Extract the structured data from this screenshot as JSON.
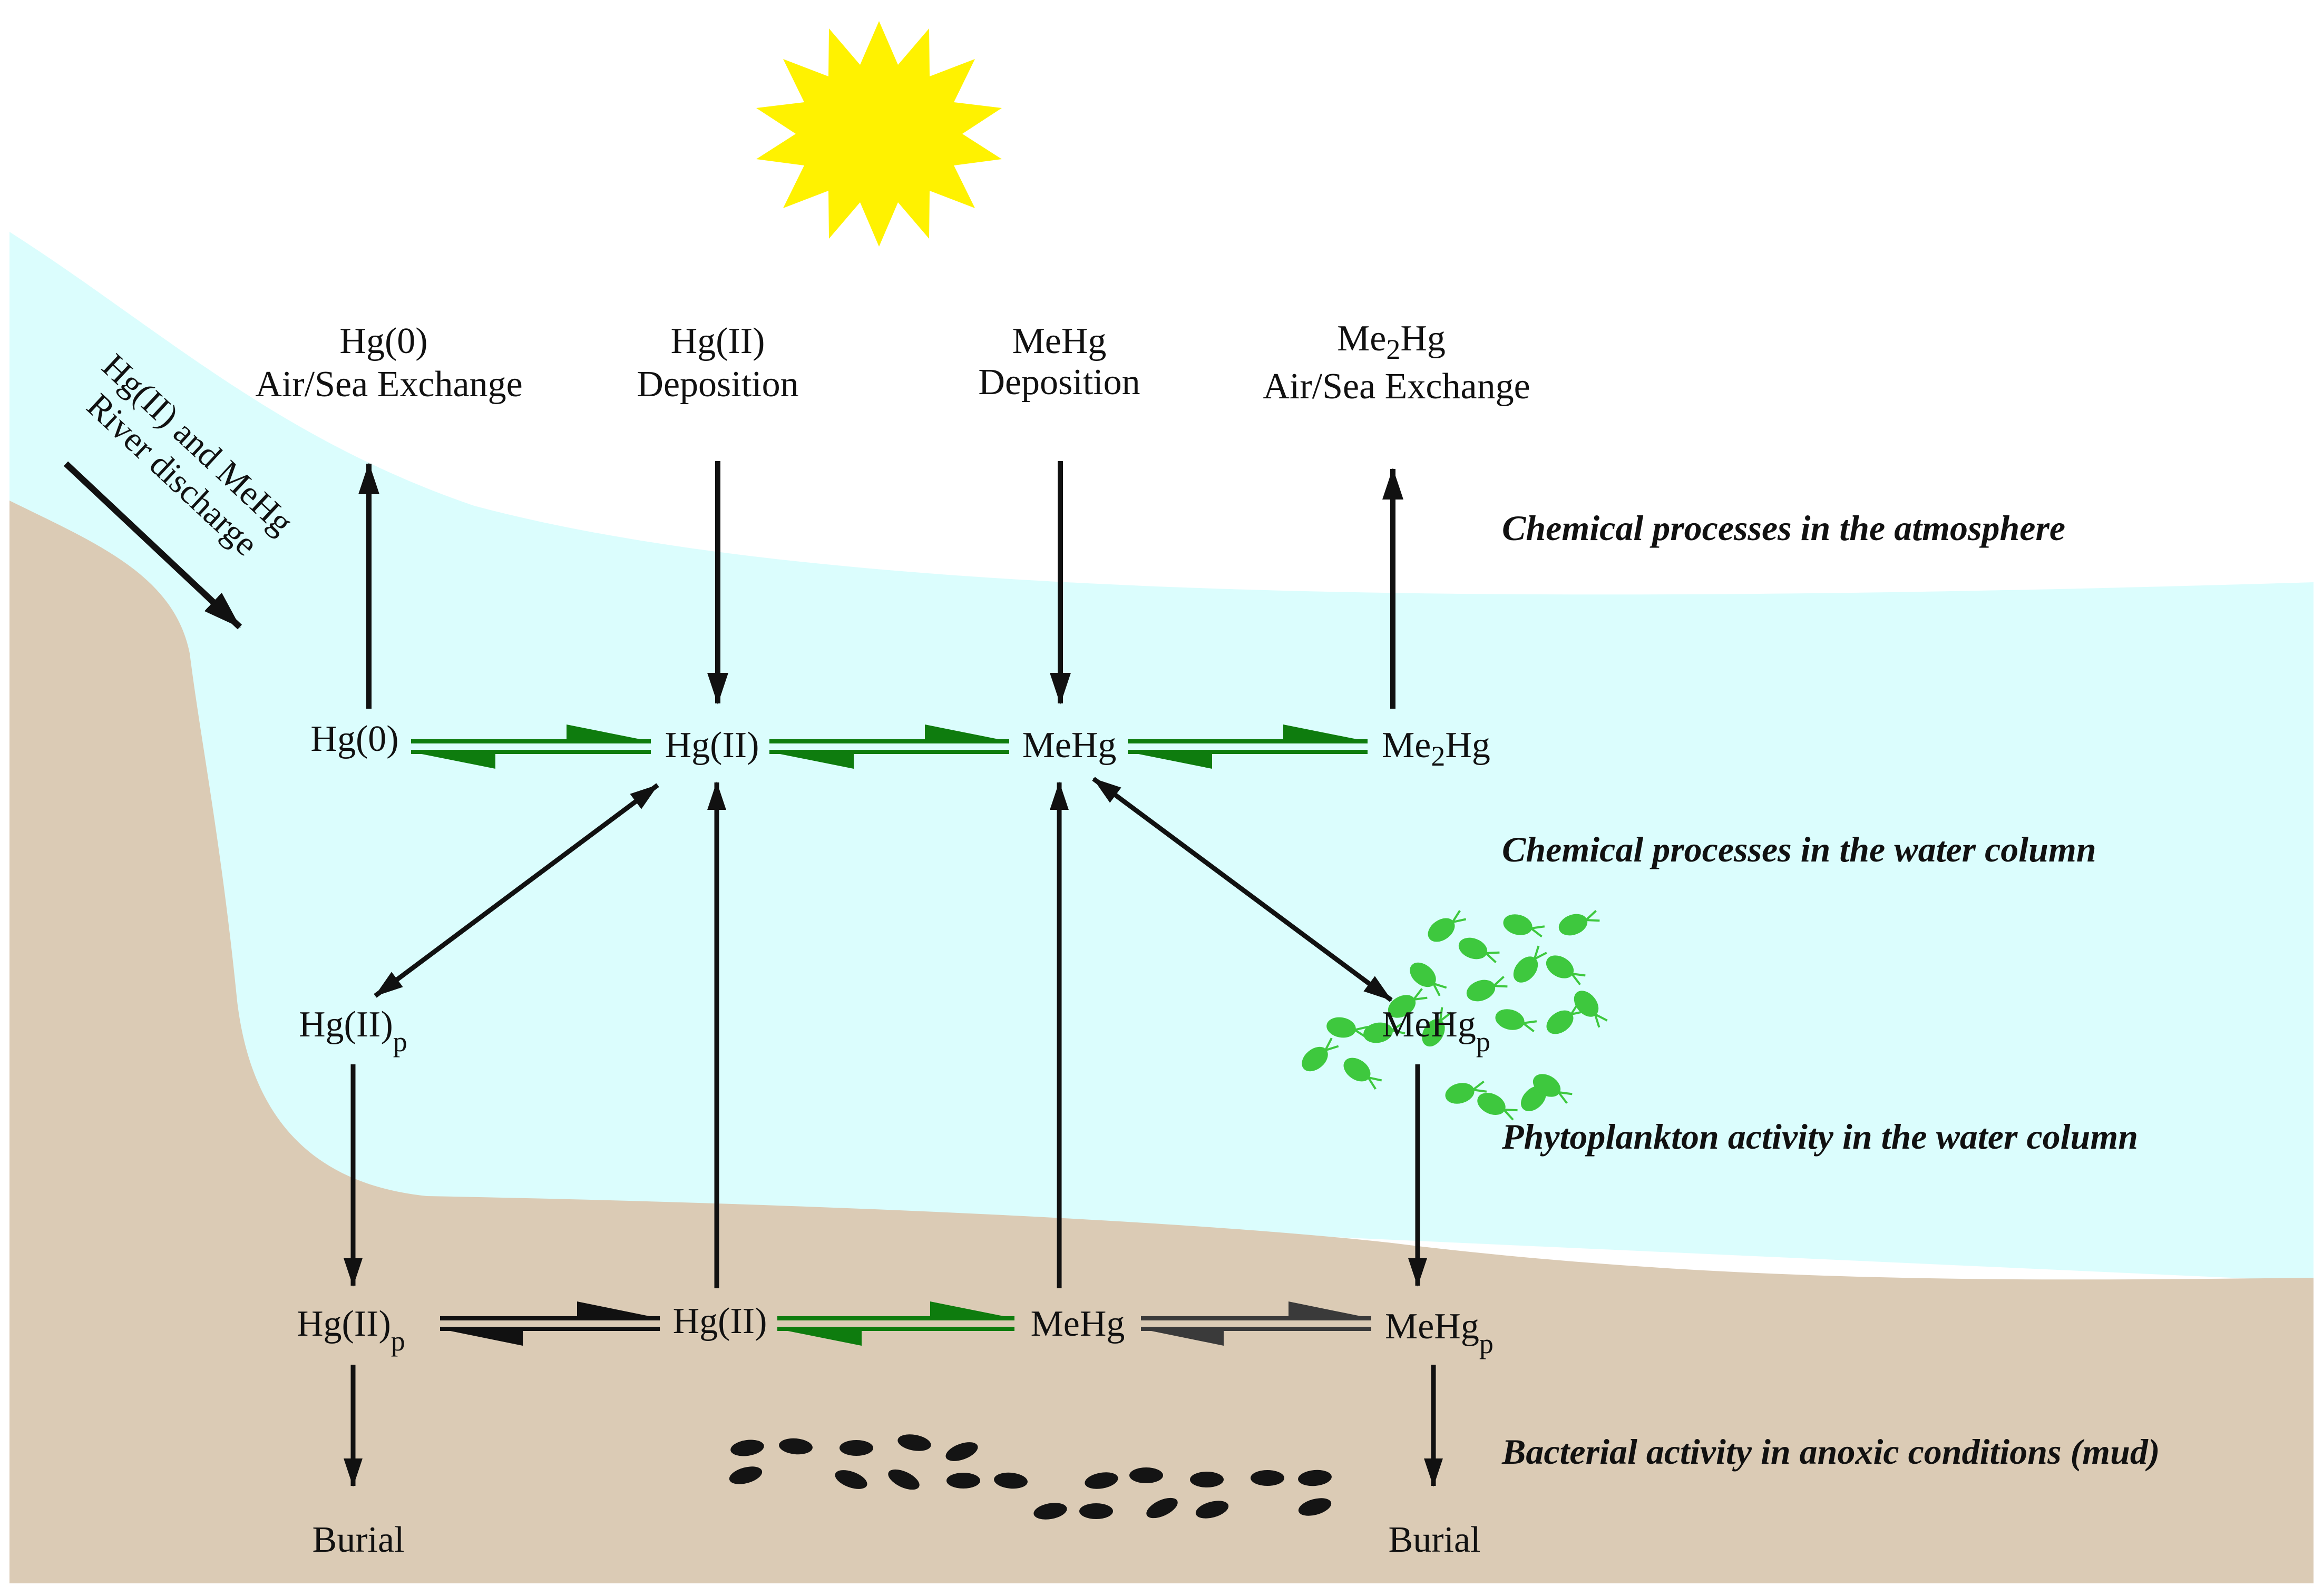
{
  "colors": {
    "water": "#dbfdfd",
    "sediment": "#dbcbb5",
    "sun": "#fff200",
    "green_arrow": "#0e7c0e",
    "black_arrow": "#111111",
    "grey_arrow": "#3a3a3a",
    "phytoplankton": "#3ec83e",
    "bacteria": "#141414"
  },
  "icons": {
    "sun": "sun-icon",
    "phytoplankton": "phytoplankton-icon",
    "bacteria": "bacteria-icon"
  },
  "top_labels": {
    "hg0_species": "Hg(0)",
    "hg0_process": "Air/Sea Exchange",
    "hgii_species": "Hg(II)",
    "hgii_process": "Deposition",
    "mehg_species": "MeHg",
    "mehg_process": "Deposition",
    "me2hg_species_pre": "Me",
    "me2hg_species_sub": "2",
    "me2hg_species_post": "Hg",
    "me2hg_process": "Air/Sea Exchange"
  },
  "river": {
    "line1": "Hg(II) and MeHg",
    "line2": "River discharge"
  },
  "water_nodes": {
    "hg0": "Hg(0)",
    "hgii": "Hg(II)",
    "mehg": "MeHg",
    "me2hg_pre": "Me",
    "me2hg_sub": "2",
    "me2hg_post": "Hg"
  },
  "particle_nodes": {
    "hgii_p_main": "Hg(II)",
    "hgii_p_sub": "p",
    "mehg_p_main": "MeHg",
    "mehg_p_sub": "p"
  },
  "sediment_nodes": {
    "hgii_p_main": "Hg(II)",
    "hgii_p_sub": "p",
    "hgii": "Hg(II)",
    "mehg": "MeHg",
    "mehg_p_main": "MeHg",
    "mehg_p_sub": "p"
  },
  "burial": {
    "left": "Burial",
    "right": "Burial"
  },
  "processes": {
    "atmosphere": "Chemical processes in the atmosphere",
    "water_column": "Chemical processes in the water column",
    "phytoplankton": "Phytoplankton activity in the water column",
    "bacteria": "Bacterial activity in anoxic conditions (mud)"
  }
}
